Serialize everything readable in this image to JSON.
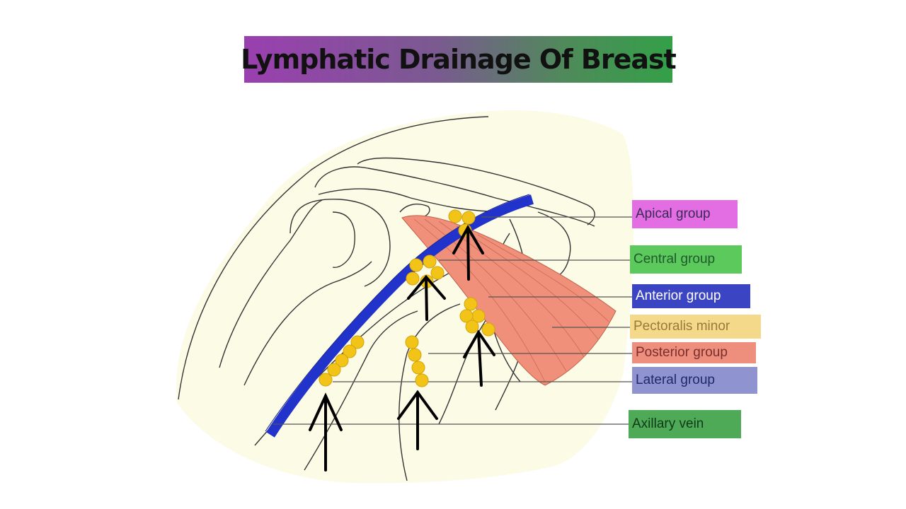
{
  "title": "Lymphatic Drainage Of Breast",
  "labels": [
    {
      "key": "apical",
      "text": "Apical group",
      "bg": "#e36de3",
      "fg": "#3a2a55"
    },
    {
      "key": "central",
      "text": "Central group",
      "bg": "#5cc95c",
      "fg": "#1e5a2a"
    },
    {
      "key": "anterior",
      "text": "Anterior group",
      "bg": "#3b45c4",
      "fg": "#ffffff"
    },
    {
      "key": "pectoralis",
      "text": "Pectoralis minor",
      "bg": "#f5d98a",
      "fg": "#9a7a3a"
    },
    {
      "key": "posterior",
      "text": "Posterior group",
      "bg": "#ee8f7e",
      "fg": "#7a2e2e"
    },
    {
      "key": "lateral",
      "text": "Lateral group",
      "bg": "#8f93cf",
      "fg": "#1e2a6a"
    },
    {
      "key": "axillary",
      "text": "Axillary vein",
      "bg": "#4faa57",
      "fg": "#0f3a18"
    }
  ],
  "colors": {
    "skin": "#fbfbe6",
    "vein": "#2233cc",
    "node": "#f2c417",
    "muscle": "#f0907a",
    "outline": "#333333",
    "arrow": "#000000"
  }
}
